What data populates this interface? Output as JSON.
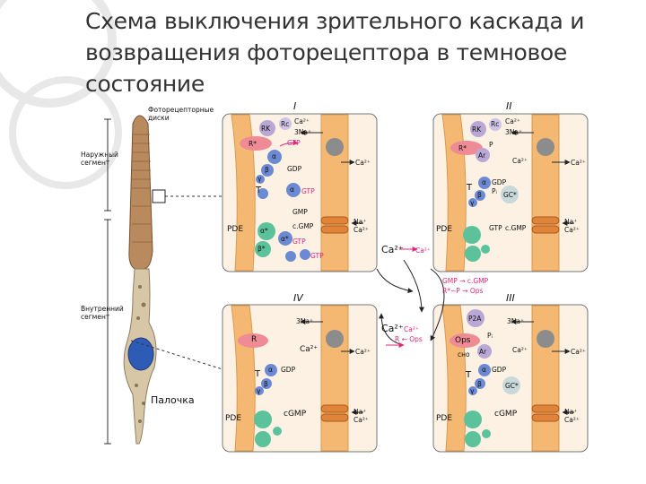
{
  "title": "Схема выключения зрительного каскада и возвращения фоторецептора в темновое состояние",
  "cell": {
    "discs_label": "Фоторецепторные диски",
    "outer_segment": "Наружный сегмент",
    "inner_segment": "Внутренний сегмент",
    "rod": "Палочка"
  },
  "panels": {
    "p1": {
      "numeral": "I",
      "RK": "RK",
      "Rc": "Rc",
      "ca2": "Ca²⁺",
      "na3": "3Na⁺",
      "Rstar": "R*",
      "gtp": "GTP",
      "alpha": "α",
      "beta": "β",
      "gamma": "γ",
      "gdp": "GDP",
      "T": "T",
      "alpha_gtp": "α",
      "gtp2": "GTP",
      "gmp": "GMP",
      "cgmp": "c.GMP",
      "PDE": "PDE",
      "astar": "α*",
      "bstar": "β*",
      "ag": "α*",
      "gtp3": "GTP",
      "gtp4": "GTP",
      "na": "Na⁺",
      "ca": "Ca²⁺",
      "ca_out": "Ca²⁺"
    },
    "p2": {
      "numeral": "II",
      "RK": "RK",
      "Rc": "Rc",
      "ca2": "Ca²⁺",
      "na3": "3Na⁺",
      "P": "P",
      "Rstar": "R*",
      "Ar": "Ar",
      "ca": "Ca²⁺",
      "ca_out": "Ca²⁺",
      "alpha": "α",
      "gdp": "GDP",
      "pi": "Pᵢ",
      "T": "T",
      "beta": "β",
      "gamma": "γ",
      "gc": "GC*",
      "PDE": "PDE",
      "gtp": "GTP",
      "cgmp": "c.GMP",
      "na": "Na⁺",
      "ca2b": "Ca²⁺"
    },
    "p3": {
      "numeral": "III",
      "P2A": "P2A",
      "na3": "3Na⁺",
      "pi": "Pᵢ",
      "Ops": "Ops",
      "Ar": "Ar",
      "cho": "сно",
      "ca": "Ca²⁺",
      "ca_out": "Ca²⁺",
      "alpha": "α",
      "gdp": "GDP",
      "T": "T",
      "beta": "β",
      "gamma": "γ",
      "gc": "GC*",
      "PDE": "PDE",
      "cgmp": "cGMP",
      "na": "Na⁺",
      "ca2b": "Ca²⁺"
    },
    "p4": {
      "numeral": "IV",
      "na3": "3Na⁺",
      "R": "R",
      "ca": "Ca²⁺",
      "ca_out": "Ca²⁺",
      "alpha": "α",
      "gdp": "GDP",
      "T": "T",
      "beta": "β",
      "gamma": "γ",
      "PDE": "PDE",
      "cgmp": "cGMP",
      "na": "Na⁺",
      "ca2b": "Ca²⁺"
    }
  },
  "center": {
    "ca_big": "Ca²⁺",
    "ca_arrow": "Ca²⁺",
    "gmp_cgmp": "GMP → c.GMP",
    "r_ops": "R*~P → Ops",
    "ca_big2": "Ca²⁺",
    "ca_arrow2": "Ca²⁺",
    "r_ops2": "R ← Ops"
  },
  "colors": {
    "membrane": "#f4b872",
    "panel_bg": "#fdf1e4",
    "pink": "#ee8b94",
    "purple": "#b9a7d6",
    "blue": "#6c8ad4",
    "green": "#5cc29b",
    "grey": "#8c8c8c"
  }
}
